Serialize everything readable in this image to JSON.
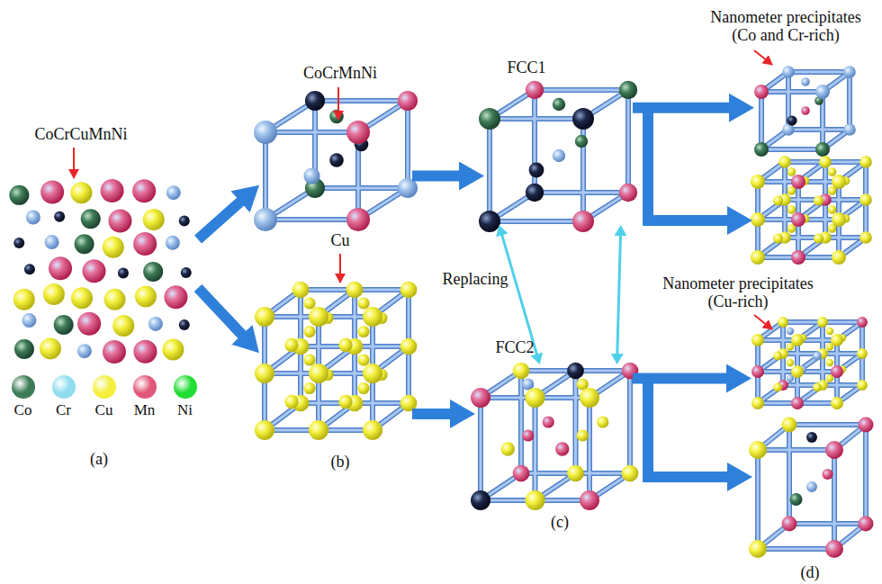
{
  "diagram": {
    "nodes": [
      {
        "text": [
          "CoCrCuMnNi"
        ]
      },
      {
        "text": [
          "CoCrMnNi"
        ]
      },
      {
        "text": [
          "Cu"
        ]
      },
      {
        "text": [
          "FCC1"
        ]
      },
      {
        "text": [
          "FCC2"
        ]
      },
      {
        "text": [
          "Nanometer precipitates (Co and Cr-rich)"
        ]
      },
      {
        "text": [
          "Nanometer precipitates (Cu-rich)"
        ]
      }
    ],
    "edges": [
      {
        "from": 0,
        "to": 1,
        "arrow": "to"
      },
      {
        "from": 0,
        "to": 2,
        "arrow": "to"
      },
      {
        "from": 1,
        "to": 3,
        "arrow": "to"
      },
      {
        "from": 2,
        "to": 4,
        "arrow": "to"
      },
      {
        "from": 3,
        "to": 4,
        "label": "Replacing",
        "arrow": "both"
      },
      {
        "from": 3,
        "to": 4,
        "arrow": "both"
      },
      {
        "from": 3,
        "to": 5,
        "arrow": "to"
      },
      {
        "from": 4,
        "to": 6,
        "arrow": "to"
      }
    ],
    "labels": [
      "(a)",
      "(b)",
      "(c)",
      "(d)"
    ],
    "legend": [
      {
        "text": "Co",
        "color": "#3e7c57"
      },
      {
        "text": "Cr",
        "color": "#8fdcef"
      },
      {
        "text": "Cu",
        "color": "#f3ef3c"
      },
      {
        "text": "Mn",
        "color": "#e2587a"
      },
      {
        "text": "Ni",
        "color": "#22dd33"
      }
    ]
  }
}
